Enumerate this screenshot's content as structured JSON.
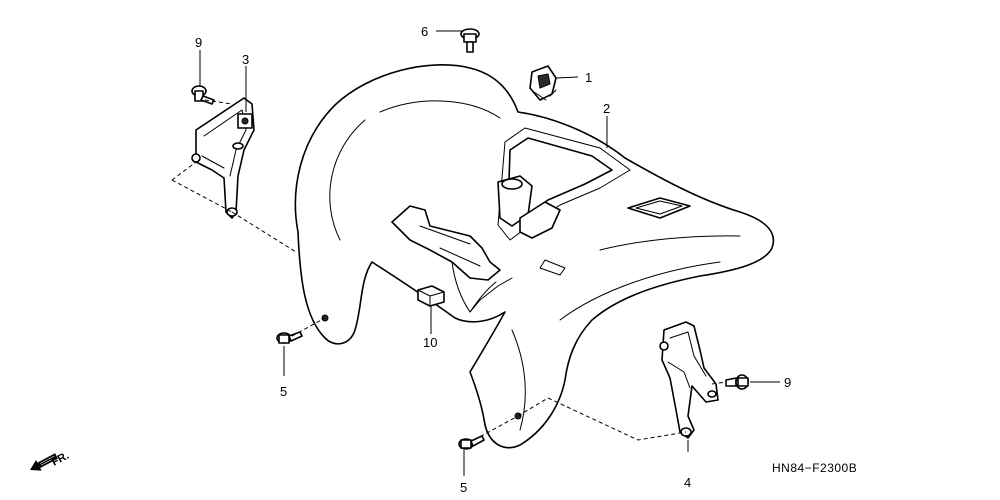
{
  "callouts": {
    "c1": "1",
    "c2": "2",
    "c3": "3",
    "c4": "4",
    "c5a": "5",
    "c5b": "5",
    "c6": "6",
    "c9a": "9",
    "c9b": "9",
    "c10": "10"
  },
  "direction_label": "FR.",
  "diagram_code": "HN84−F2300B"
}
